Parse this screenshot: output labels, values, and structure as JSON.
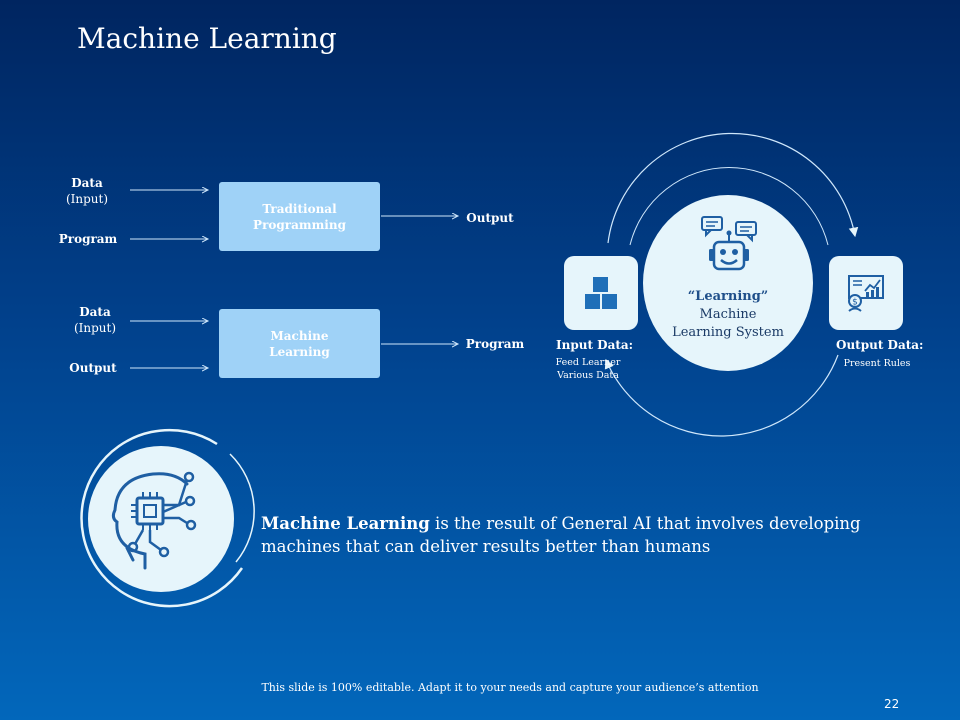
{
  "slide": {
    "title": "Machine Learning",
    "page_number": "22",
    "footer": "This slide is 100% editable. Adapt it to your needs and capture your audience’s attention"
  },
  "flows": [
    {
      "input1_line1": "Data",
      "input1_line2": "(Input)",
      "input2": "Program",
      "box_line1": "Traditional",
      "box_line2": "Programming",
      "result": "Output"
    },
    {
      "input1_line1": "Data",
      "input1_line2": "(Input)",
      "input2": "Output",
      "box_line1": "Machine",
      "box_line2": "Learning",
      "result": "Program"
    }
  ],
  "cycle": {
    "center_line1": "“Learning”",
    "center_line2": "Machine",
    "center_line3": "Learning System",
    "input_title": "Input Data:",
    "input_sub1": "Feed Learner",
    "input_sub2": "Various Data",
    "output_title": "Output Data:",
    "output_sub": "Present Rules",
    "icons": {
      "center": "robot-icon",
      "input": "blocks-icon",
      "output": "report-chart-icon"
    }
  },
  "definition": {
    "term": "Machine Learning",
    "text": " is the result of General AI that involves developing machines that can deliver results better than humans",
    "icon": "ai-head-icon"
  },
  "colors": {
    "background_top": "#002560",
    "background_bottom": "#0267bb",
    "box_fill": "#9fd2f7",
    "circle_fill": "#e6f5fb",
    "icon_stroke": "#1f5fa3"
  }
}
